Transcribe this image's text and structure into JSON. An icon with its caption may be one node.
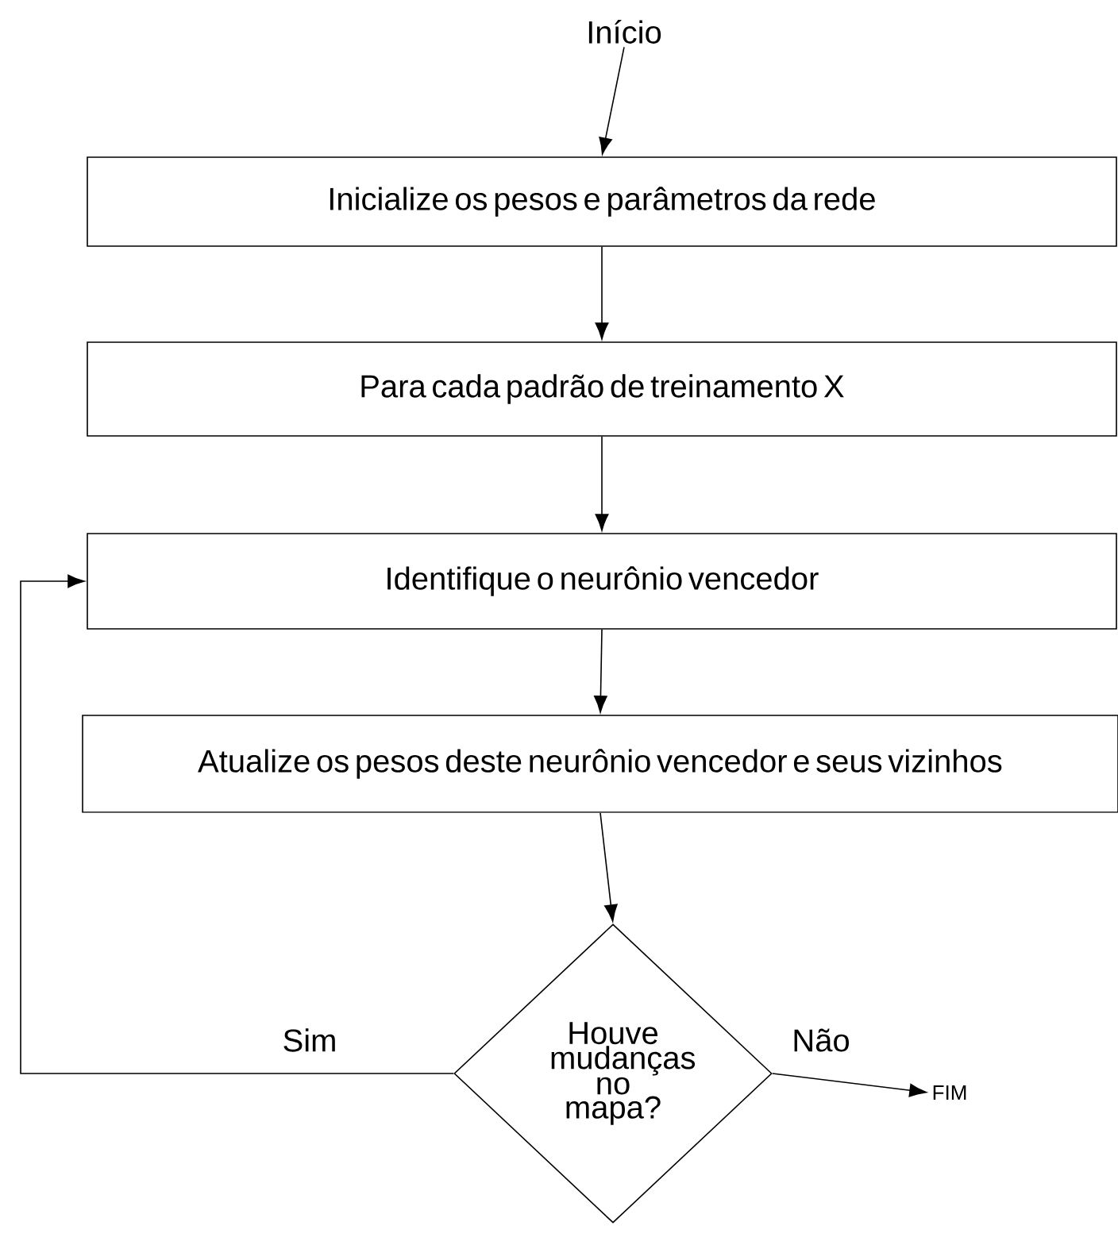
{
  "diagram": {
    "nodes": [
      {
        "text": [
          "Início"
        ]
      },
      {
        "text": [
          "Inicialize os pesos e parâmetros da rede"
        ]
      },
      {
        "text": [
          "Para cada padrão de treinamento X"
        ]
      },
      {
        "text": [
          "Identifique o neurônio vencedor"
        ]
      },
      {
        "text": [
          "Atualize os pesos deste neurônio vencedor e seus vizinhos"
        ]
      },
      {
        "text": [
          "Houve mudanças no mapa?"
        ]
      },
      {
        "text": [
          "FIM"
        ]
      }
    ],
    "edges": [
      {
        "from": 0,
        "to": 1,
        "arrow": "to"
      },
      {
        "from": 1,
        "to": 2,
        "arrow": "to"
      },
      {
        "from": 2,
        "to": 3,
        "arrow": "to"
      },
      {
        "from": 3,
        "to": 4,
        "arrow": "to"
      },
      {
        "from": 4,
        "to": 5,
        "arrow": "to"
      },
      {
        "from": 5,
        "to": 3,
        "arrow": "to",
        "label": "Sim"
      },
      {
        "from": 5,
        "to": 6,
        "arrow": "to",
        "label": "Não"
      }
    ]
  }
}
